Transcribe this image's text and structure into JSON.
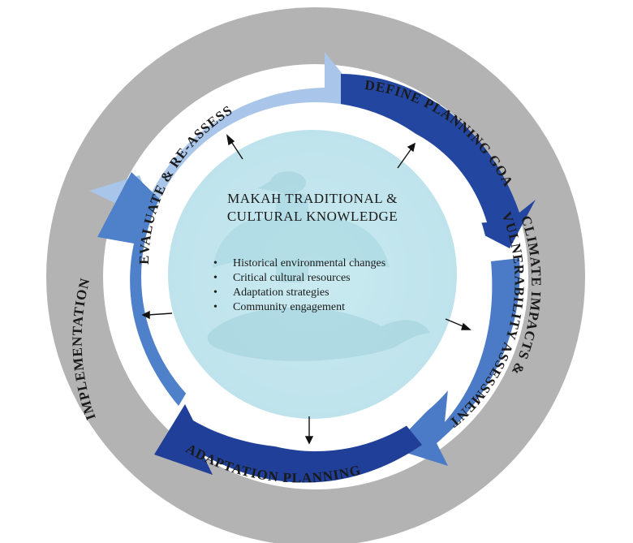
{
  "diagram": {
    "center": {
      "title_line1": "MAKAH TRADITIONAL &",
      "title_line2": "CULTURAL KNOWLEDGE",
      "bullets": [
        "Historical environmental changes",
        "Critical cultural resources",
        "Adaptation strategies",
        "Community engagement"
      ]
    },
    "stages": [
      {
        "label": "EVALUATE & RE-ASSESS",
        "color": "#a8c4e8"
      },
      {
        "label": "DEFINE PLANNING GOALS",
        "color": "#2345a0"
      },
      {
        "label": "CLIMATE IMPACTS &",
        "color": "#4a78c4"
      },
      {
        "label": "VULNERABILITY ASSESSMENT",
        "color": "#4a78c4"
      },
      {
        "label": "ADAPTATION PLANNING",
        "color": "#1f3f99"
      },
      {
        "label": "IMPLEMENTATION",
        "color": "#4d80c8"
      }
    ],
    "colors": {
      "outer_ring": "#b3b3b3",
      "center_circle": "#c3e6ee",
      "emblem": "#a6d6e0"
    }
  }
}
